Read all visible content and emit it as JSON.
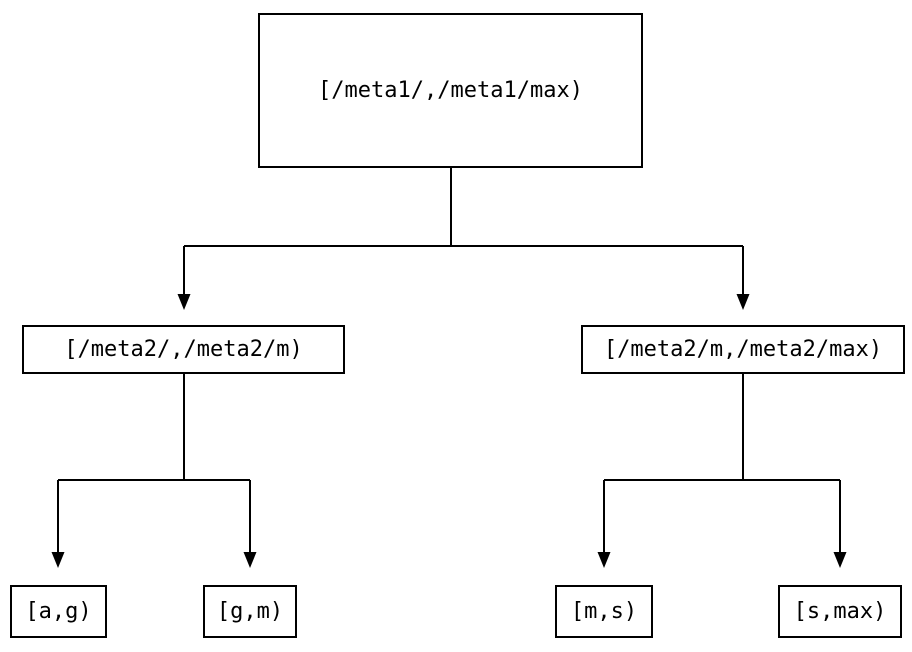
{
  "diagram": {
    "type": "tree",
    "colors": {
      "background": "#ffffff",
      "line": "#000000",
      "text": "#000000"
    },
    "nodes": {
      "root": {
        "label": "[/meta1/,/meta1/max)"
      },
      "meta2_low": {
        "label": "[/meta2/,/meta2/m)"
      },
      "meta2_high": {
        "label": "[/meta2/m,/meta2/max)"
      },
      "leaf_a_g": {
        "label": "[a,g)"
      },
      "leaf_g_m": {
        "label": "[g,m)"
      },
      "leaf_m_s": {
        "label": "[m,s)"
      },
      "leaf_s_max": {
        "label": "[s,max)"
      }
    },
    "edges": [
      {
        "from": "root",
        "to": [
          "meta2_low",
          "meta2_high"
        ]
      },
      {
        "from": "meta2_low",
        "to": [
          "leaf_a_g",
          "leaf_g_m"
        ]
      },
      {
        "from": "meta2_high",
        "to": [
          "leaf_m_s",
          "leaf_s_max"
        ]
      }
    ]
  }
}
